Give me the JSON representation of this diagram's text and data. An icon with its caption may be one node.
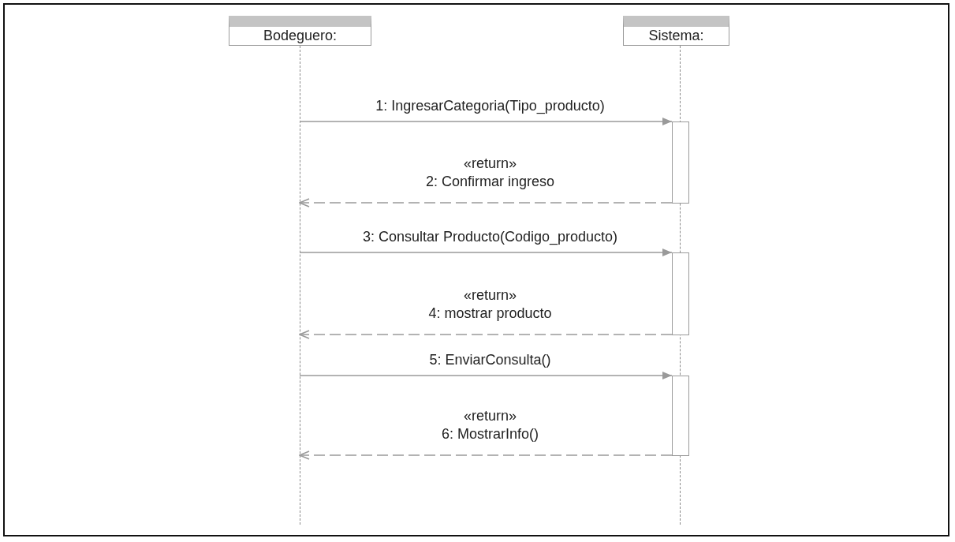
{
  "diagram": {
    "nodes": [
      {
        "text": [
          "Bodeguero:"
        ]
      },
      {
        "text": [
          "Sistema:"
        ]
      },
      {
        "text": [],
        "shape": "line"
      },
      {
        "text": [],
        "shape": "line"
      },
      {
        "text": [],
        "shape": "bar",
        "in": 3
      },
      {
        "text": [],
        "shape": "bar",
        "in": 3
      },
      {
        "text": [],
        "shape": "bar",
        "in": 3
      }
    ],
    "edges": [
      {
        "from": 2,
        "to": 4,
        "arrow": "to",
        "label": "1: IngresarCategoria(Tipo_producto)"
      },
      {
        "from": 4,
        "to": 2,
        "arrow": "to",
        "style": "dashed",
        "label": "«return» 2: Confirmar ingreso"
      },
      {
        "from": 2,
        "to": 5,
        "arrow": "to",
        "label": "3: Consultar Producto(Codigo_producto)"
      },
      {
        "from": 5,
        "to": 2,
        "arrow": "to",
        "style": "dashed",
        "label": "«return» 4: mostrar producto"
      },
      {
        "from": 2,
        "to": 6,
        "arrow": "to",
        "label": "5: EnviarConsulta()"
      },
      {
        "from": 6,
        "to": 2,
        "arrow": "to",
        "style": "dashed",
        "label": "«return» 6: MostrarInfo()"
      }
    ]
  }
}
